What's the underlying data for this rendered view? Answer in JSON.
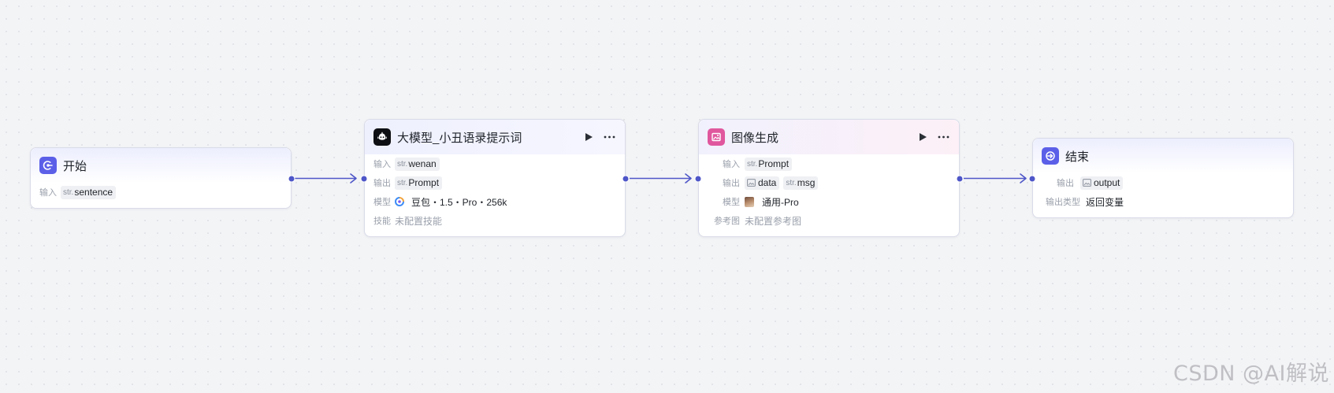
{
  "nodes": {
    "start": {
      "title": "开始",
      "input_label": "输入",
      "inputs": [
        {
          "type": "str.",
          "name": "sentence"
        }
      ]
    },
    "llm": {
      "title": "大模型_小丑语录提示词",
      "input_label": "输入",
      "output_label": "输出",
      "model_label": "模型",
      "skill_label": "技能",
      "inputs": [
        {
          "type": "str.",
          "name": "wenan"
        }
      ],
      "outputs": [
        {
          "type": "str.",
          "name": "Prompt"
        }
      ],
      "model": "豆包・1.5・Pro・256k",
      "skill": "未配置技能"
    },
    "image": {
      "title": "图像生成",
      "input_label": "输入",
      "output_label": "输出",
      "model_label": "模型",
      "ref_label": "参考图",
      "inputs": [
        {
          "type": "str.",
          "name": "Prompt"
        }
      ],
      "outputs": [
        {
          "type": "image",
          "name": "data"
        },
        {
          "type": "str.",
          "name": "msg"
        }
      ],
      "model": "通用-Pro",
      "reference": "未配置参考图"
    },
    "end": {
      "title": "结束",
      "output_label": "输出",
      "output_type_label": "输出类型",
      "outputs": [
        {
          "type": "image",
          "name": "output"
        }
      ],
      "output_type": "返回变量"
    }
  },
  "icons": {
    "start": "start-node-icon",
    "llm": "llm-robot-icon",
    "image": "image-generate-icon",
    "end": "end-node-icon",
    "run": "play-icon",
    "more": "more-dots-icon"
  },
  "colors": {
    "start_icon": "#5b5fe8",
    "llm_icon": "#0e0f12",
    "image_icon": "#e0579e",
    "end_icon": "#5b5fe8",
    "edge": "#4e56c8"
  },
  "watermark": "CSDN @AI解说"
}
